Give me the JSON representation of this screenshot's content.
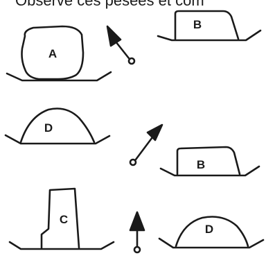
{
  "header_text": "Observe ces pesées et com",
  "shapes": {
    "a": {
      "label": "A"
    },
    "b_top": {
      "label": "B"
    },
    "d_mid": {
      "label": "D"
    },
    "b_mid": {
      "label": "B"
    },
    "c": {
      "label": "C"
    },
    "d_bottom": {
      "label": "D"
    }
  },
  "colors": {
    "ink": "#1a1a1a",
    "paper": "#ffffff"
  }
}
